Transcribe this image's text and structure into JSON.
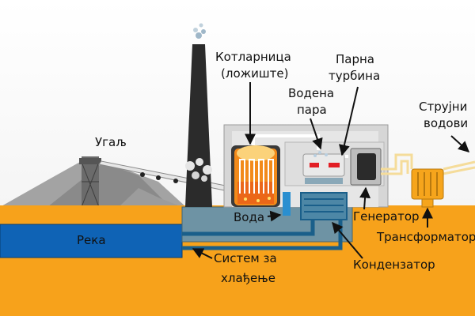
{
  "labels": {
    "coal": "Угаљ",
    "boiler_line1": "Котларница",
    "boiler_line2": "(ложиште)",
    "turbine_line1": "Парна",
    "turbine_line2": "турбина",
    "steam_line1": "Водена",
    "steam_line2": "пара",
    "power_lines_line1": "Струјни",
    "power_lines_line2": "водови",
    "water": "Вода",
    "generator": "Генератор",
    "transformer": "Трансформатор",
    "river": "Река",
    "cooling_line1": "Систем за",
    "cooling_line2": "хлађење",
    "condenser": "Кондензатор"
  },
  "colors": {
    "ground": "#f7a21b",
    "river": "#0f63b5",
    "pipes": "#1a5f8a",
    "building": "#d6d6d6",
    "chimney": "#2b2b2b",
    "fire": "#f28a1a",
    "wires": "#f5dc9a",
    "hills": "#9a9a9a"
  }
}
